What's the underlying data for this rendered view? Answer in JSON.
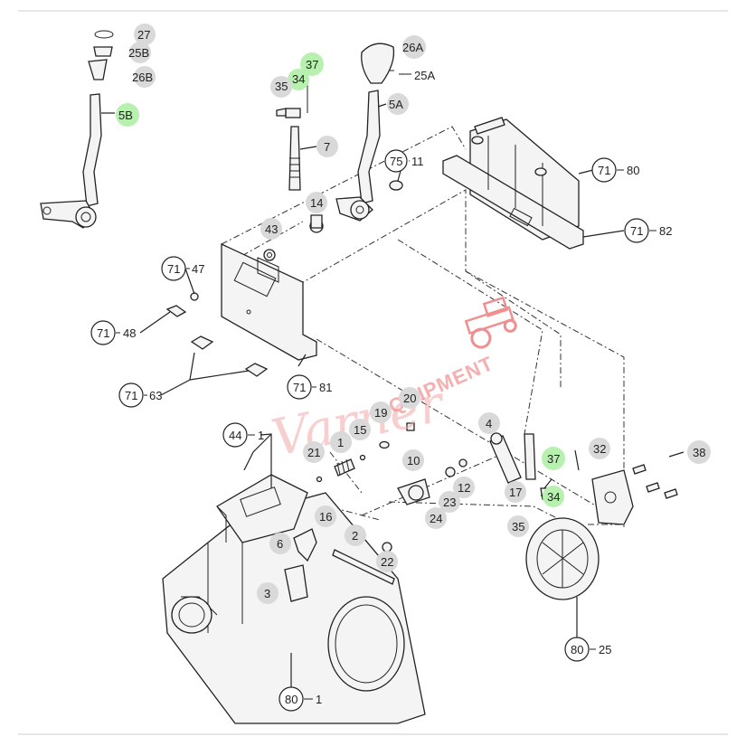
{
  "colors": {
    "callout_gray": "#d9d9d9",
    "callout_green": "#b8f0b0",
    "line": "#222222",
    "watermark": "#f2a9a9"
  },
  "watermark": {
    "script": "Varner",
    "block": "EQUIPMENT"
  },
  "labels": {
    "l_27": "27",
    "l_25b": "25B",
    "l_26b": "26B",
    "l_5b": "5B",
    "l_37a": "37",
    "l_34a": "34",
    "l_35a": "35",
    "l_7": "7",
    "l_14": "14",
    "l_26a": "26A",
    "l_25a": "25A",
    "l_5a": "5A",
    "l_75": "75",
    "l_11": "11",
    "l_43": "43",
    "l_71_80_a": "71",
    "l_71_80_b": "80",
    "l_71_82_a": "71",
    "l_71_82_b": "82",
    "l_71_47_a": "71",
    "l_71_47_b": "47",
    "l_71_48_a": "71",
    "l_71_48_b": "48",
    "l_71_63_a": "71",
    "l_71_63_b": "63",
    "l_71_81_a": "71",
    "l_71_81_b": "81",
    "l_44_a": "44",
    "l_44_b": "1",
    "l_21": "21",
    "l_1": "1",
    "l_15": "15",
    "l_19": "19",
    "l_20": "20",
    "l_10": "10",
    "l_16": "16",
    "l_23": "23",
    "l_24": "24",
    "l_12": "12",
    "l_4": "4",
    "l_17": "17",
    "l_37b": "37",
    "l_34b": "34",
    "l_35b": "35",
    "l_32": "32",
    "l_38": "38",
    "l_6": "6",
    "l_2": "2",
    "l_22": "22",
    "l_3": "3",
    "l_80_1_a": "80",
    "l_80_1_b": "1",
    "l_80_25_a": "80",
    "l_80_25_b": "25"
  }
}
